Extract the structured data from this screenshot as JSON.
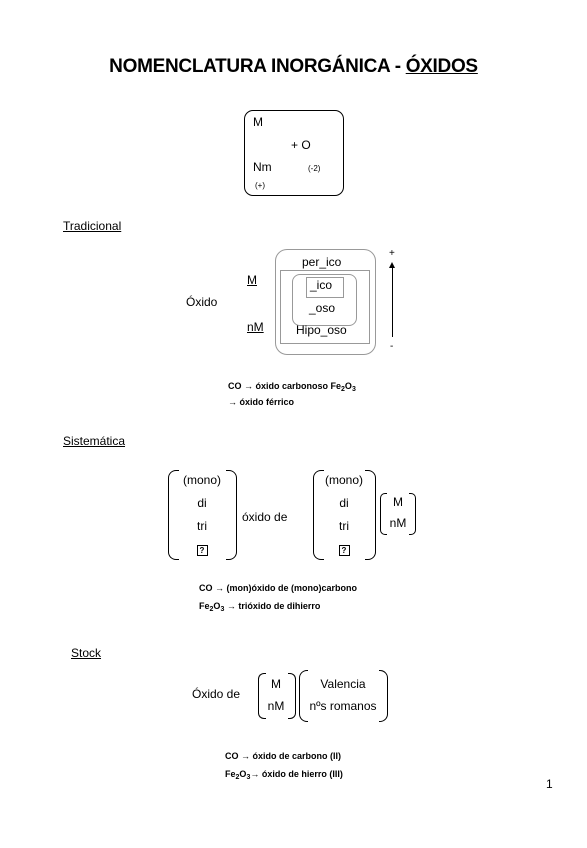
{
  "title": {
    "main": "NOMENCLATURA INORGÁNICA - ",
    "underlined": "ÓXIDOS"
  },
  "formula_box": {
    "metal": "M",
    "plus_o": "+ O",
    "nonmetal": "Nm",
    "ox_o": "(-2)",
    "ox_m": "(+)"
  },
  "tradicional": {
    "heading": "Tradicional",
    "oxido": "Óxido",
    "metal": "M",
    "nonmetal": "nM",
    "per_ico": "per_ico",
    "ico": "_ico",
    "oso": "_oso",
    "hipo_oso": "Hipo_oso",
    "plus": "+",
    "minus": "-",
    "example_part1": "CO → óxido carbonoso Fe",
    "example_sub1": "2",
    "example_mid": "O",
    "example_sub2": "3",
    "example_line2": "→ óxido férrico"
  },
  "sistematica": {
    "heading": "Sistemática",
    "prefixes": [
      "(mono)",
      "di",
      "tri",
      "?"
    ],
    "oxido_de": "óxido de",
    "elements": [
      "M",
      "nM"
    ],
    "example1": "CO → (mon)óxido de (mono)carbono",
    "example2_pre": "Fe",
    "example2_sub1": "2",
    "example2_mid": "O",
    "example2_sub2": "3",
    "example2_post": " → trióxido de dihierro"
  },
  "stock": {
    "heading": "Stock",
    "oxido_de": "Óxido de",
    "elements": [
      "M",
      "nM"
    ],
    "valencia": "Valencia",
    "romanos": "nºs romanos",
    "example1": "CO → óxido de carbono (II)",
    "example2_pre": "Fe",
    "example2_sub1": "2",
    "example2_mid": "O",
    "example2_sub2": "3",
    "example2_post": "→ óxido de hierro (III)"
  },
  "page_number": "1"
}
